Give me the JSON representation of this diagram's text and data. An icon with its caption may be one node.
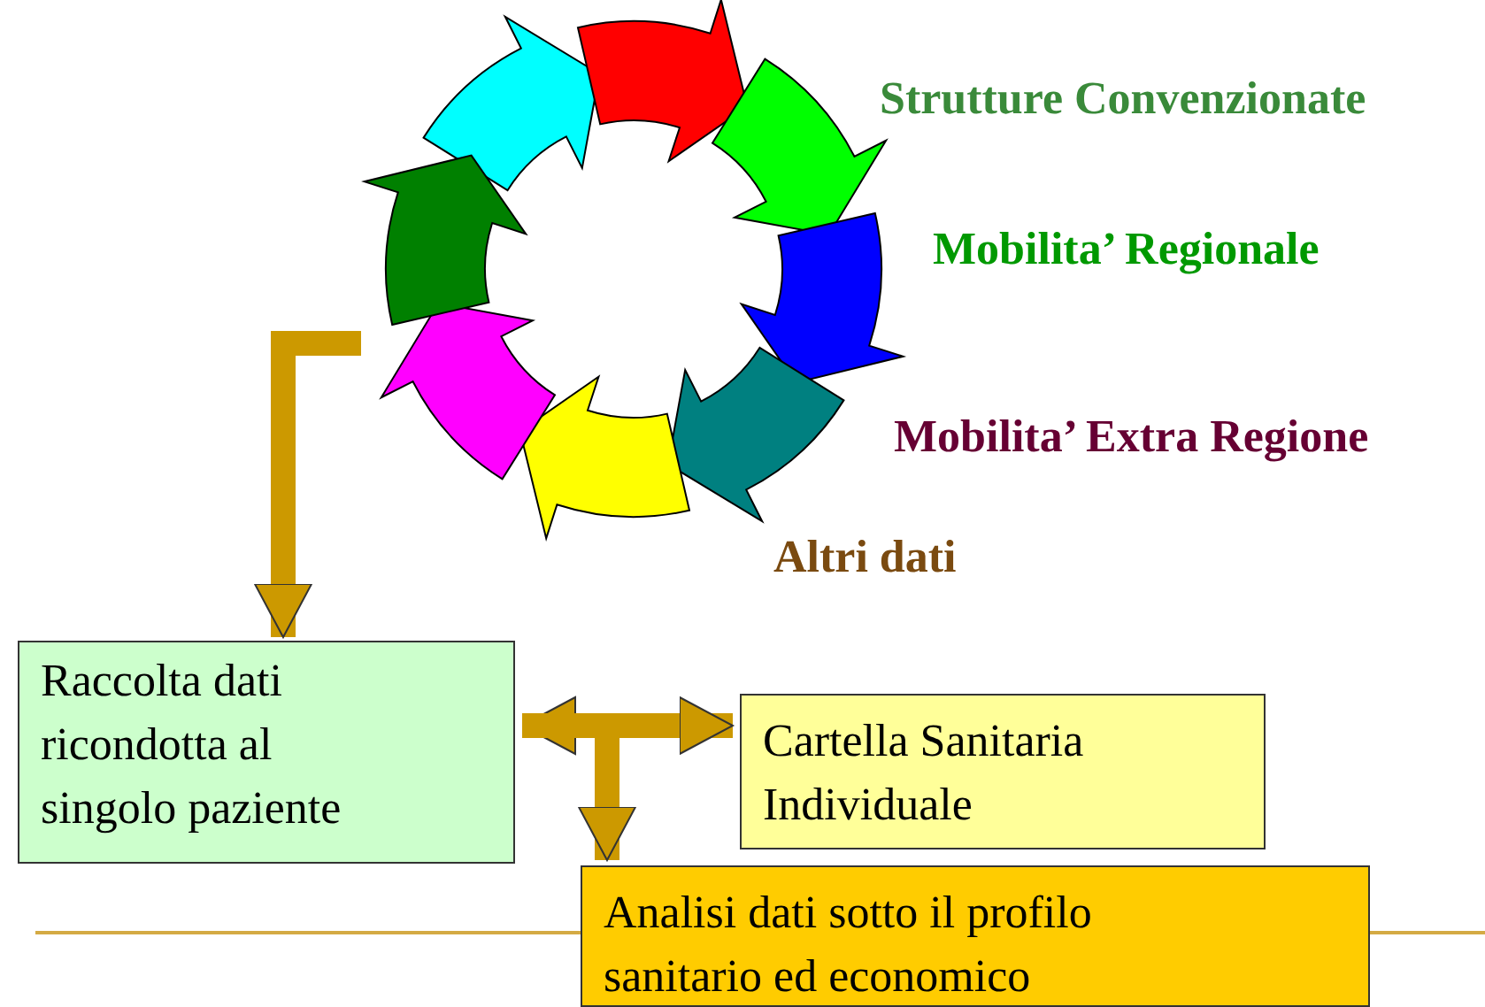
{
  "diagram": {
    "nodes": [
      {
        "text": [],
        "shape": "picture"
      },
      {
        "text": [
          "Raccolta dati ricondotta al singolo paziente"
        ]
      },
      {
        "text": [
          "Cartella Sanitaria Individuale"
        ]
      },
      {
        "text": [
          "Analisi dati sotto il profilo sanitario ed economico"
        ]
      }
    ],
    "edges": [
      {
        "from": 0,
        "to": 1,
        "arrow": "to"
      },
      {
        "from": 1,
        "to": 2,
        "arrow": "both"
      },
      {
        "from": 1,
        "to": 3,
        "arrow": "to"
      }
    ],
    "labels": [
      "Strutture Convenzionate",
      "Mobilita’ Regionale",
      "Mobilita’ Extra Regione",
      "Altri dati"
    ]
  }
}
